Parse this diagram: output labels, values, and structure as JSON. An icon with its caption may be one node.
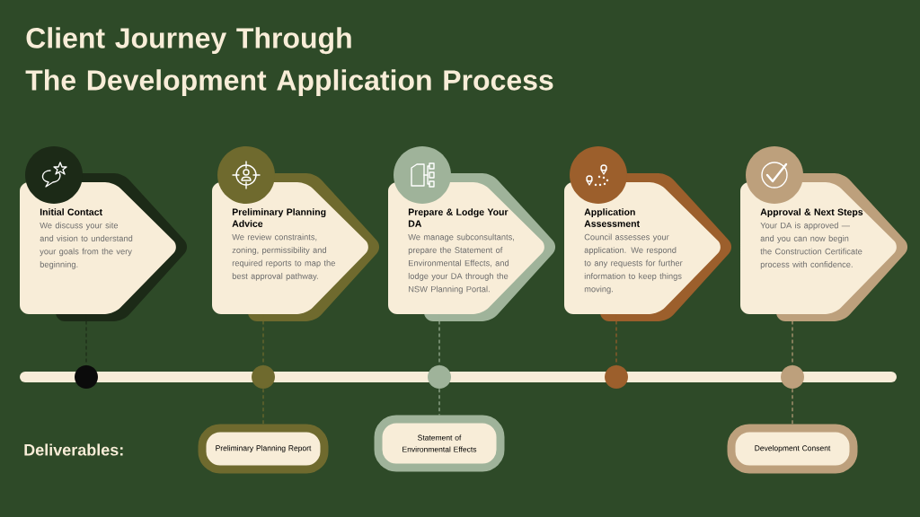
{
  "diagram": {
    "title": "Client Journey Through The Development Application Process",
    "nodes": [
      {
        "text": [
          "Initial Contact",
          "We discuss your site and vision to understand your goals from the very beginning."
        ]
      },
      {
        "text": [
          "Preliminary Planning Advice",
          "We review constraints, zoning, permissibility and required reports to map the best approval pathway."
        ]
      },
      {
        "text": [
          "Prepare & Lodge Your DA",
          "We manage subconsultants, prepare the Statement of Environmental Effects, and lodge your DA through the NSW Planning Portal."
        ]
      },
      {
        "text": [
          "Application Assessment",
          "Council assesses your application. We respond to any requests for further information to keep things moving."
        ]
      },
      {
        "text": [
          "Approval & Next Steps",
          "Your DA is approved — and you can now begin the Construction Certificate process with confidence."
        ]
      },
      {
        "text": [],
        "shape": "circle"
      },
      {
        "text": [],
        "shape": "circle"
      },
      {
        "text": [],
        "shape": "circle"
      },
      {
        "text": [],
        "shape": "circle"
      },
      {
        "text": [],
        "shape": "circle"
      },
      {
        "text": [
          "Preliminary Planning Report"
        ]
      },
      {
        "text": [
          "Statement of Environmental Effects"
        ]
      },
      {
        "text": [
          "Development Consent"
        ]
      }
    ],
    "edges": [
      {
        "from": 0,
        "to": 5,
        "arrow": "none",
        "style": "dashed",
        "color": "#1c2a17"
      },
      {
        "from": 1,
        "to": 6,
        "arrow": "none",
        "style": "dashed",
        "color": "#6f6a2e"
      },
      {
        "from": 2,
        "to": 7,
        "arrow": "none",
        "style": "dashed",
        "color": "#9fb39a"
      },
      {
        "from": 3,
        "to": 8,
        "arrow": "none",
        "style": "dashed",
        "color": "#9c5f2c"
      },
      {
        "from": 4,
        "to": 9,
        "arrow": "none",
        "style": "dashed",
        "color": "#bda07c"
      },
      {
        "from": 6,
        "to": 10,
        "arrow": "none",
        "style": "dashed",
        "color": "#6f6a2e"
      },
      {
        "from": 7,
        "to": 11,
        "arrow": "none",
        "style": "dashed",
        "color": "#9fb39a"
      },
      {
        "from": 9,
        "to": 12,
        "arrow": "none",
        "style": "dashed",
        "color": "#bda07c"
      }
    ],
    "labels": [
      "Deliverables:"
    ]
  }
}
